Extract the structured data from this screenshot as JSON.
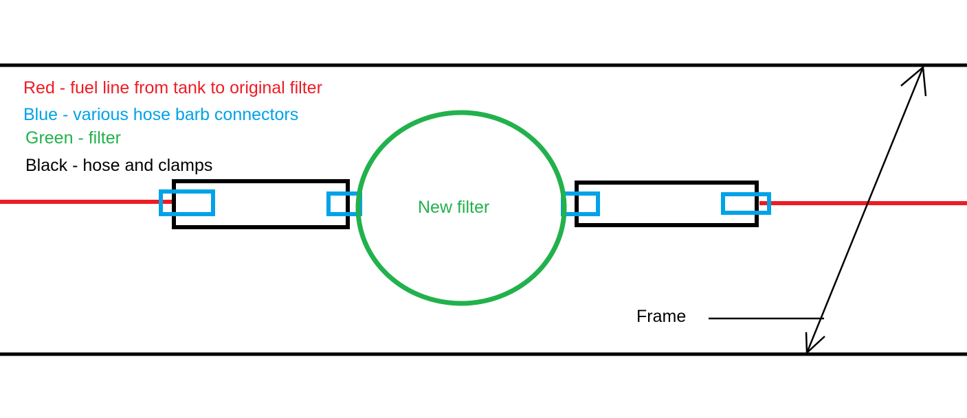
{
  "colors": {
    "fuel_line": "#ED1C24",
    "connector": "#00A2E8",
    "filter": "#22B14C",
    "hose": "#000000",
    "frame": "#000000"
  },
  "legend": [
    {
      "text": "Red - fuel line from tank to original filter",
      "color_key": "fuel_line"
    },
    {
      "text": "Blue - various hose barb connectors",
      "color_key": "connector"
    },
    {
      "text": "Green - filter",
      "color_key": "filter"
    },
    {
      "text": "Black - hose and clamps",
      "color_key": "hose"
    }
  ],
  "filter_label": "New filter",
  "frame_label": "Frame"
}
